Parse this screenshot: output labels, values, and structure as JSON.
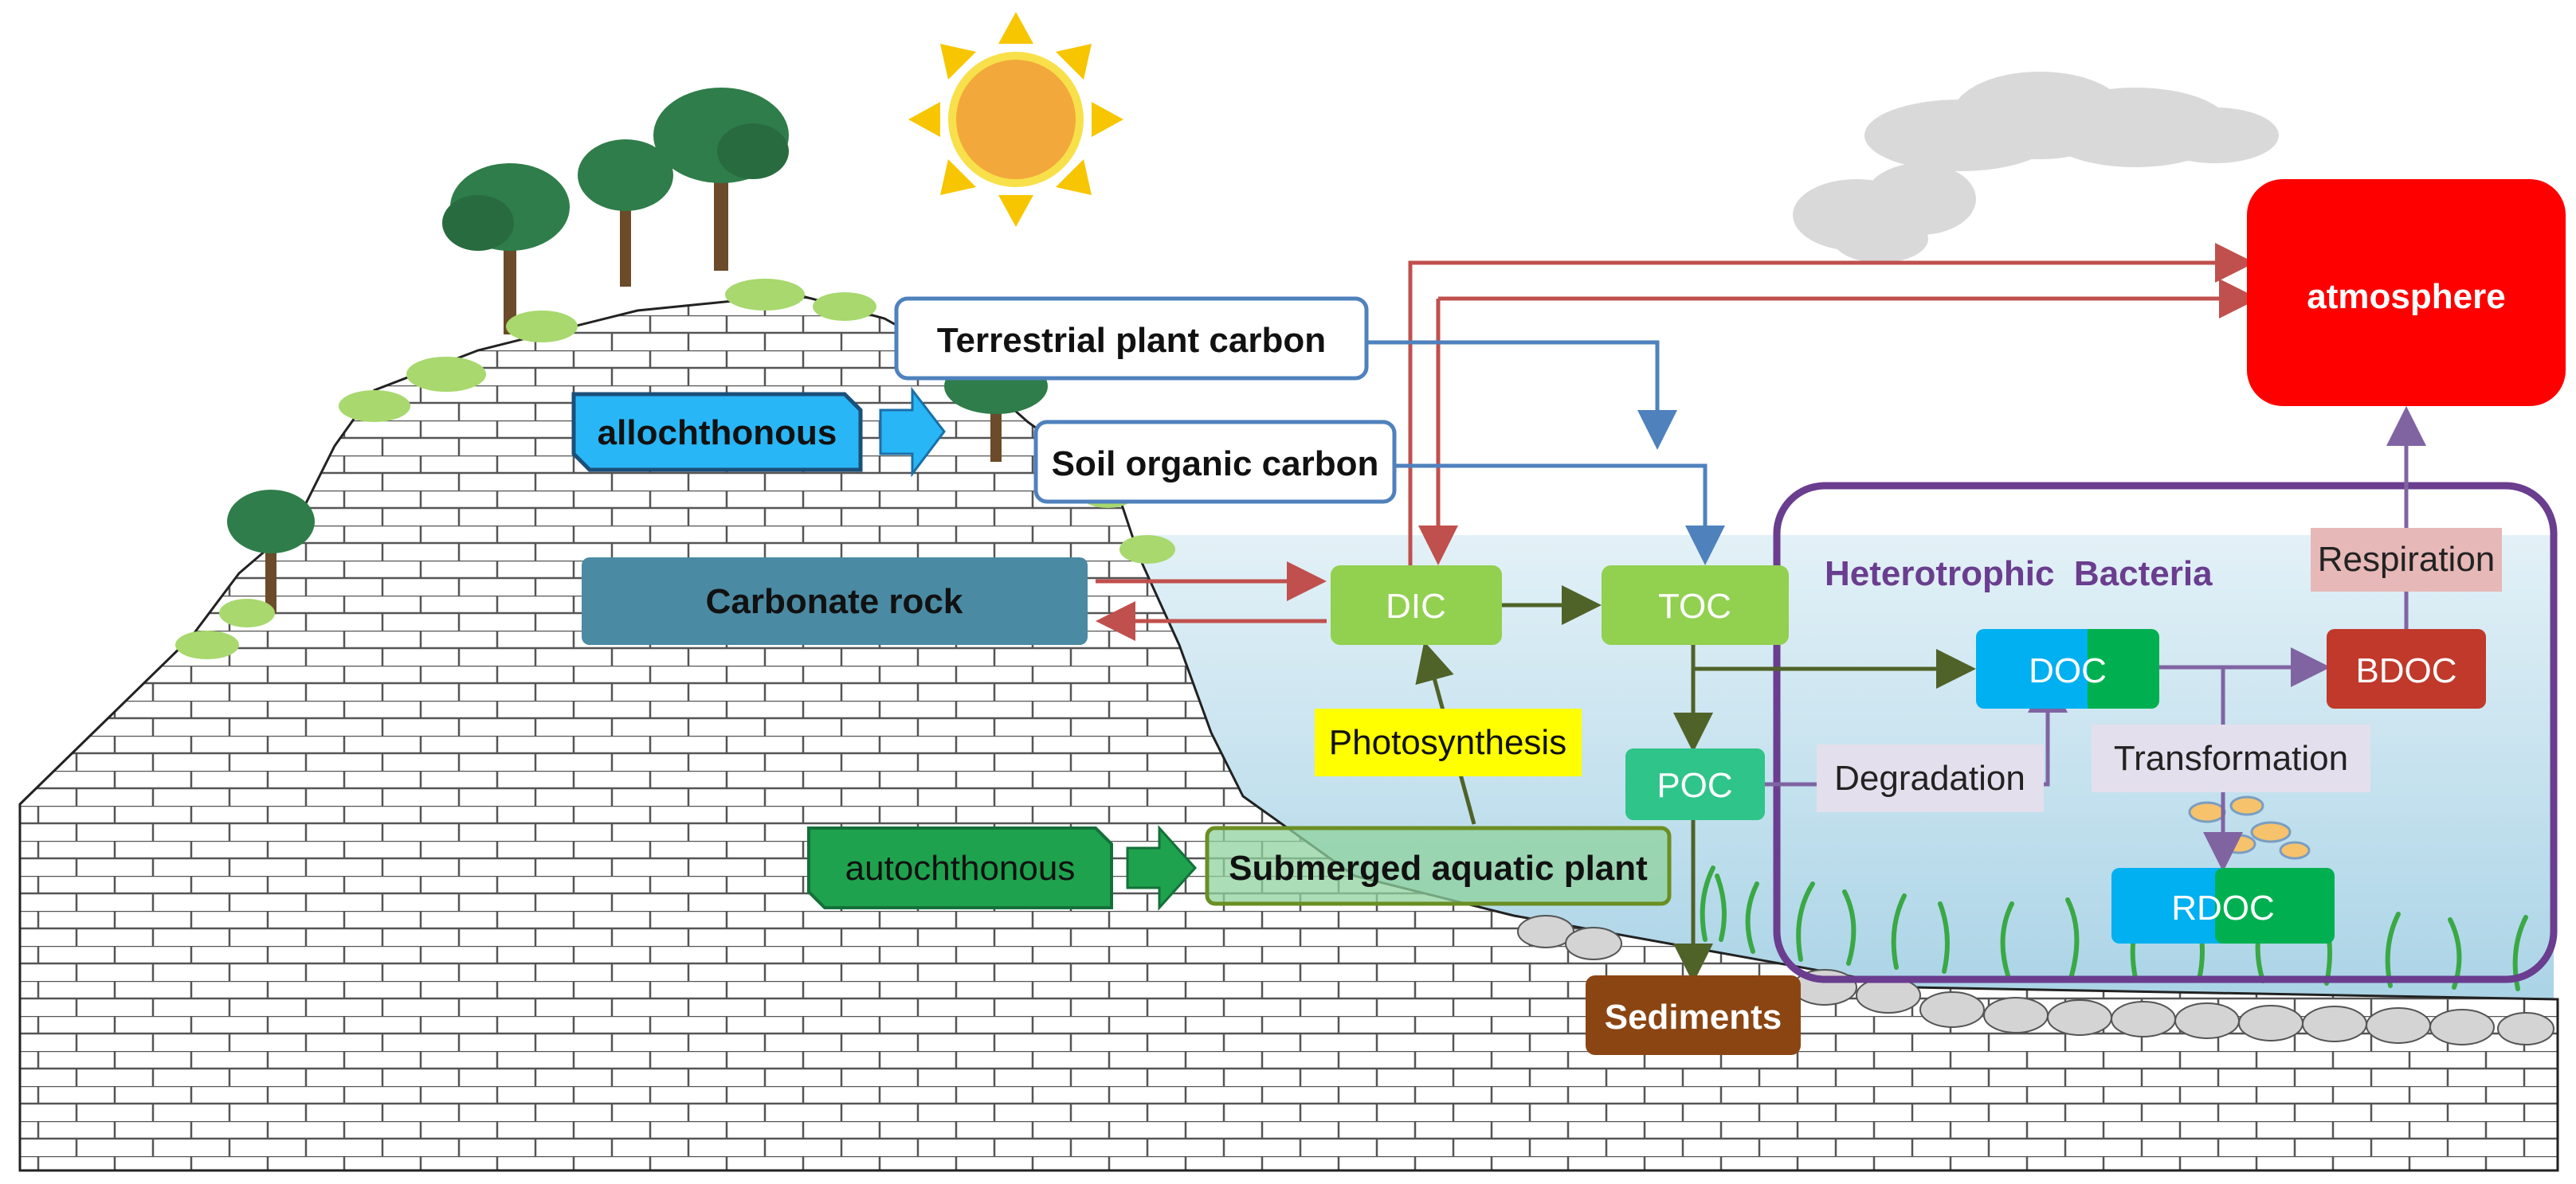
{
  "nodes": {
    "atmosphere": "atmosphere",
    "terrestrial": "Terrestrial plant carbon",
    "soil": "Soil organic carbon",
    "allochthonous": "allochthonous",
    "carbonate": "Carbonate rock",
    "dic": "DIC",
    "toc": "TOC",
    "poc": "POC",
    "doc": "DOC",
    "bdoc": "BDOC",
    "rdoc": "RDOC",
    "autochthonous": "autochthonous",
    "submerged": "Submerged aquatic plant",
    "sediments": "Sediments"
  },
  "labels": {
    "bacteria": "Heterotrophic  Bacteria",
    "respiration": "Respiration",
    "photosynthesis": "Photosynthesis",
    "degradation": "Degradation",
    "transformation": "Transformation"
  },
  "colors": {
    "atmosphere": "#ff0000",
    "dic_toc": "#92d050",
    "poc": "#2fc48a",
    "doc_blue": "#00b0f0",
    "doc_green": "#00b050",
    "bdoc": "#c0392b",
    "carbonate": "#4a8aa3",
    "allochthonous": "#29b6f6",
    "autochthonous": "#1fa24d",
    "sediments": "#8b4513",
    "bacteria_frame": "#6a3d8f",
    "arrow_red": "#c0504d",
    "arrow_blue": "#4f81bd",
    "arrow_green": "#4f6228",
    "arrow_purple": "#8064a2",
    "photosynthesis_bg": "#ffff00",
    "water": "#cfe8f2"
  }
}
